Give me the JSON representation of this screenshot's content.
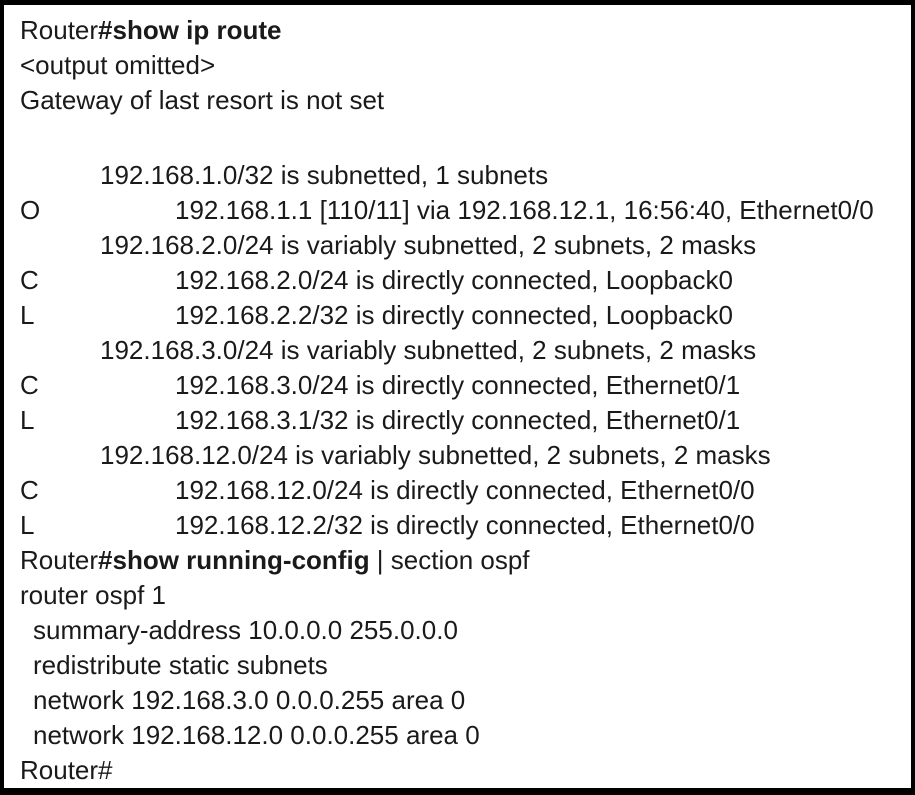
{
  "colors": {
    "background": "#ffffff",
    "border": "#000000",
    "text": "#1a1a1a"
  },
  "terminal": {
    "command_show_ip_route": {
      "prompt": "Router",
      "command": "#show ip route",
      "suffix": ""
    },
    "output_omitted": "<output omitted>",
    "gateway": "Gateway of last resort is not set",
    "route_table": [
      {
        "code": "",
        "text": "192.168.1.0/32 is subnetted, 1 subnets"
      },
      {
        "code": "O",
        "text": "192.168.1.1 [110/11] via 192.168.12.1, 16:56:40, Ethernet0/0"
      },
      {
        "code": "",
        "text": "192.168.2.0/24 is variably subnetted, 2 subnets, 2 masks"
      },
      {
        "code": "C",
        "text": "192.168.2.0/24 is directly connected, Loopback0"
      },
      {
        "code": "L",
        "text": "192.168.2.2/32 is directly connected, Loopback0"
      },
      {
        "code": "",
        "text": "192.168.3.0/24 is variably subnetted, 2 subnets, 2 masks"
      },
      {
        "code": "C",
        "text": "192.168.3.0/24 is directly connected, Ethernet0/1"
      },
      {
        "code": "L",
        "text": "192.168.3.1/32 is directly connected, Ethernet0/1"
      },
      {
        "code": "",
        "text": "192.168.12.0/24 is variably subnetted, 2 subnets, 2 masks"
      },
      {
        "code": "C",
        "text": "192.168.12.0/24 is directly connected, Ethernet0/0"
      },
      {
        "code": "L",
        "text": "192.168.12.2/32 is directly connected, Ethernet0/0"
      }
    ],
    "command_show_run": {
      "prompt": "Router",
      "command": "#show running-config",
      "suffix": " | section ospf"
    },
    "ospf_config": [
      {
        "text": "router ospf 1"
      },
      {
        "text": "summary-address 10.0.0.0 255.0.0.0"
      },
      {
        "text": "redistribute static subnets"
      },
      {
        "text": "network 192.168.3.0 0.0.0.255 area 0"
      },
      {
        "text": "network 192.168.12.0 0.0.0.255 area 0"
      }
    ],
    "final_prompt": "Router#"
  }
}
